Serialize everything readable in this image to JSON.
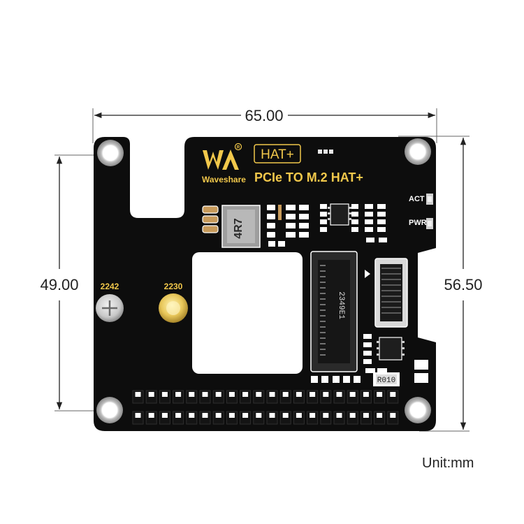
{
  "dimensions": {
    "width": "65.00",
    "height_left": "49.00",
    "height_right": "56.50",
    "unit": "Unit:mm"
  },
  "board": {
    "brand": "Waveshare",
    "badge": "HAT+",
    "title": "PCIe TO M.2 HAT+",
    "led_labels": [
      "ACT",
      "PWR"
    ],
    "standoff_labels": [
      "2242",
      "2230"
    ],
    "inductor_marking": "4R7",
    "connector_marking": "2349E1",
    "resistor_marking": "R010"
  },
  "colors": {
    "pcb": "#0d0d0d",
    "silkscreen_gold": "#f2c84b",
    "silkscreen_white": "#ffffff",
    "mounting_hole": "#9a9a9a",
    "brass_standoff": "#e8c75a"
  }
}
